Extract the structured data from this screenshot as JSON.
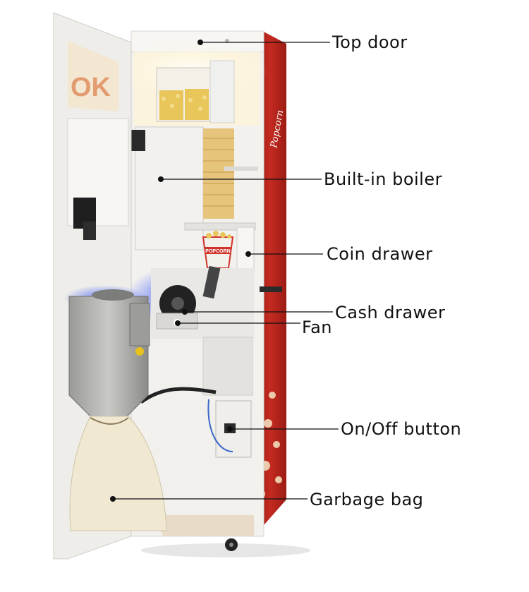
{
  "callouts": [
    {
      "id": "top-door",
      "label": "Top door"
    },
    {
      "id": "built-in-boiler",
      "label": "Built-in boiler"
    },
    {
      "id": "coin-drawer",
      "label": "Coin drawer"
    },
    {
      "id": "cash-drawer",
      "label": "Cash drawer"
    },
    {
      "id": "fan",
      "label": "Fan"
    },
    {
      "id": "on-off-button",
      "label": "On/Off button"
    },
    {
      "id": "garbage-bag",
      "label": "Garbage bag"
    }
  ],
  "illustration": {
    "door_logo_text": "OK",
    "cabinet_brand_text": "Popcorn",
    "cup_text": "POPCORN"
  },
  "colors": {
    "cabinet_red": "#b8231b",
    "popcorn_yellow": "#e8c65a",
    "blue_glow": "#3f5cff",
    "cabinet_white": "#f3f1ee"
  }
}
